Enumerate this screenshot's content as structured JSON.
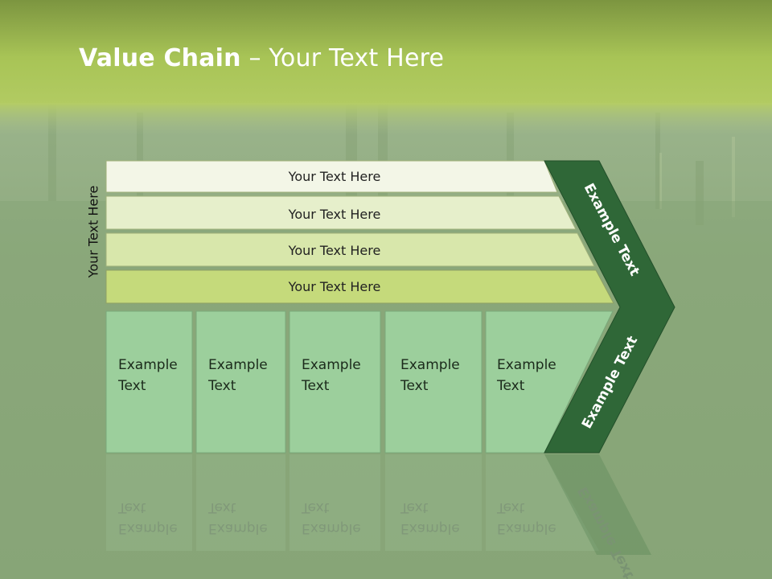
{
  "slide": {
    "title_bold": "Value Chain",
    "title_rest": " – Your Text Here",
    "side_label": "Your Text Here"
  },
  "colors": {
    "header_top": "#7e9a3a",
    "header_band": "#a9c653",
    "bar_1": "#f3f6e7",
    "bar_2": "#e6efcb",
    "bar_3": "#d8e7ab",
    "bar_4": "#c5da7b",
    "cell": "#9ccf9c",
    "chevron": "#2f6737"
  },
  "bars": [
    {
      "label": "Your Text Here"
    },
    {
      "label": "Your Text Here"
    },
    {
      "label": "Your Text Here"
    },
    {
      "label": "Your Text Here"
    }
  ],
  "cells": [
    {
      "line1": "Example",
      "line2": "Text"
    },
    {
      "line1": "Example",
      "line2": "Text"
    },
    {
      "line1": "Example",
      "line2": "Text"
    },
    {
      "line1": "Example",
      "line2": "Text"
    },
    {
      "line1": "Example",
      "line2": "Text"
    }
  ],
  "chevron": {
    "upper_label": "Example Text",
    "lower_label": "Example Text"
  }
}
